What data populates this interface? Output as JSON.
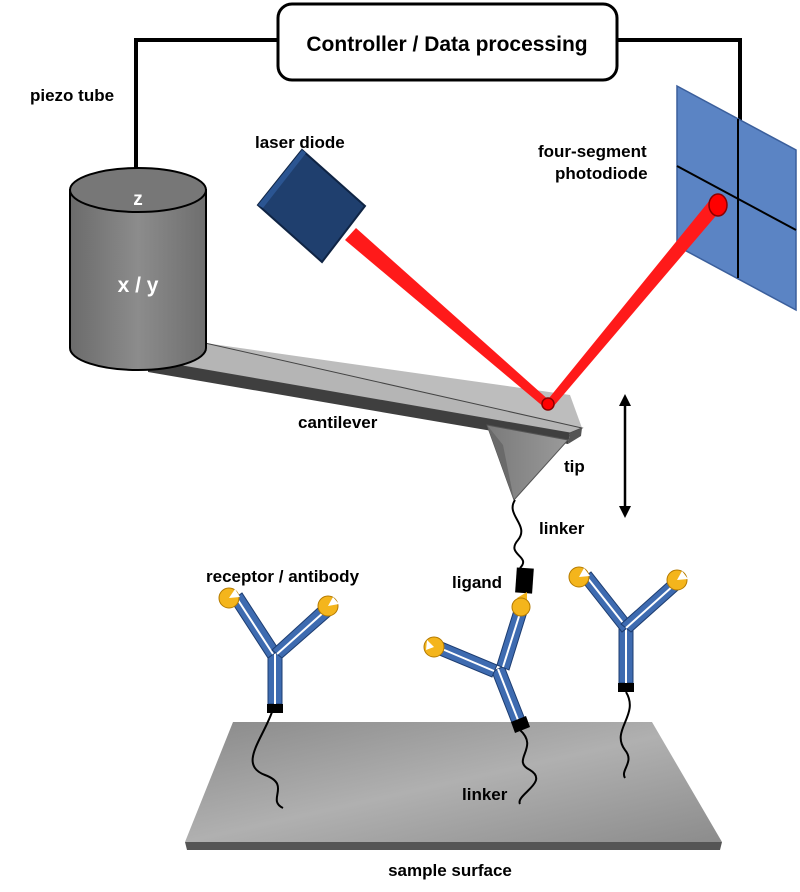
{
  "labels": {
    "controller": "Controller / Data processing",
    "piezo_tube": "piezo tube",
    "z": "z",
    "xy": "x / y",
    "laser_diode": "laser diode",
    "photodiode_line1": "four-segment",
    "photodiode_line2": "photodiode",
    "cantilever": "cantilever",
    "tip": "tip",
    "linker_top": "linker",
    "ligand": "ligand",
    "receptor_antibody": "receptor / antibody",
    "linker_bottom": "linker",
    "sample_surface": "sample surface"
  },
  "colors": {
    "laser": "#ff1a1a",
    "photodiode": "#5b84c4",
    "laser_diode": "#1f3f6e",
    "piezo": "#7f7f7f",
    "cantilever": "#a6a6a6",
    "surface": "#9a9a9a",
    "antibody": "#3e6bb0",
    "binding_site": "#f4b51c"
  }
}
